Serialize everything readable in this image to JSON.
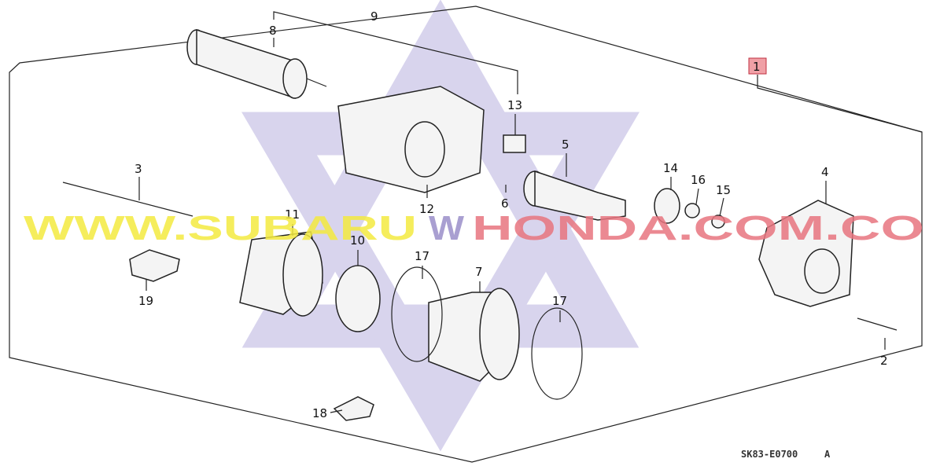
{
  "diagram": {
    "callouts": [
      "1",
      "2",
      "3",
      "4",
      "5",
      "6",
      "7",
      "8",
      "9",
      "10",
      "11",
      "12",
      "13",
      "14",
      "15",
      "16",
      "17",
      "17",
      "18",
      "19"
    ],
    "drawing_code": "SK83-E0700",
    "drawing_rev": "A",
    "highlight_color": "#e0707a"
  },
  "watermark": {
    "part1": "WWW.SUBARU",
    "part2": "W",
    "part3": "HONDA.COM.CO",
    "colors": {
      "part1": "#f4ea40",
      "part2": "#9b8fc9",
      "part3": "#e8757f",
      "star": "#c9c3e6"
    },
    "icon": "star-of-david"
  }
}
